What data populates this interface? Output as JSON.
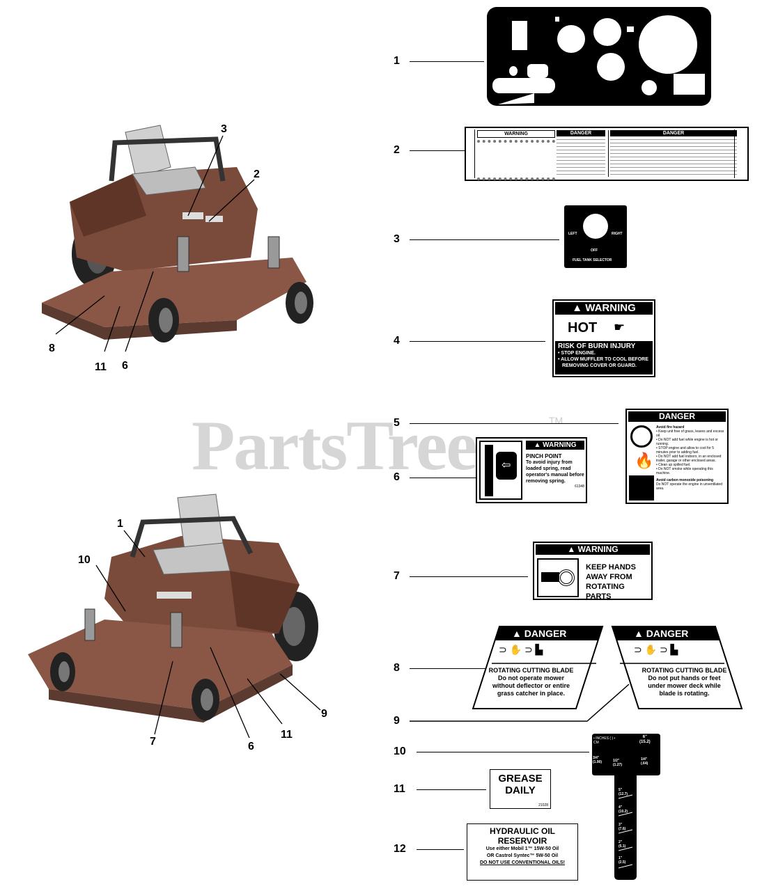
{
  "watermark": {
    "brand": "PartsTree",
    "tm": "TM"
  },
  "callouts": [
    "1",
    "2",
    "3",
    "4",
    "5",
    "6",
    "7",
    "8",
    "9",
    "10",
    "11",
    "12"
  ],
  "photo_top_labels": [
    "3",
    "2",
    "8",
    "11",
    "6"
  ],
  "photo_bottom_labels": [
    "1",
    "10",
    "7",
    "6",
    "11",
    "9"
  ],
  "decal2": {
    "warning_header": "WARNING",
    "danger_header_1": "DANGER",
    "danger_header_2": "DANGER"
  },
  "decal3": {
    "left": "LEFT",
    "right": "RIGHT",
    "off": "OFF",
    "title": "FUEL TANK SELECTOR"
  },
  "decal4": {
    "header": "WARNING",
    "hot": "HOT",
    "risk": "RISK OF BURN INJURY",
    "line1": "• STOP ENGINE.",
    "line2": "• ALLOW MUFFLER TO COOL BEFORE",
    "line3": "REMOVING COVER OR GUARD."
  },
  "decal5": {
    "header": "DANGER",
    "fire_title": "Avoid fire hazard",
    "fire_items": [
      "• Keep unit free of grass, leaves and excess oil.",
      "• Do NOT add fuel while engine is hot or running.",
      "• STOP engine and allow to cool for 5 minutes prior to adding fuel.",
      "• Do NOT add fuel indoors, in an enclosed trailer, garage or other enclosed areas.",
      "• Clean up spilled fuel.",
      "• Do NOT smoke while operating this machine."
    ],
    "co_title": "Avoid carbon monoxide poisoning",
    "co_text": "Do NOT operate the engine in unventilated area."
  },
  "decal6": {
    "header": "WARNING",
    "title": "PINCH POINT",
    "body": "To avoid injury from loaded spring, read operator's manual before removing spring.",
    "code": "61348"
  },
  "decal7": {
    "header": "WARNING",
    "line1": "KEEP HANDS",
    "line2": "AWAY FROM",
    "line3": "ROTATING PARTS"
  },
  "decal8": {
    "header": "DANGER",
    "title": "ROTATING CUTTING BLADE",
    "line1": "Do not operate mower",
    "line2": "without deflector or entire",
    "line3": "grass catcher in place."
  },
  "decal9": {
    "header": "DANGER",
    "title": "ROTATING CUTTING BLADE",
    "line1": "Do not put hands or feet",
    "line2": "under mower deck while",
    "line3": "blade is rotating."
  },
  "decal10": {
    "top_left": "• INCHES ( ) • CM",
    "top_right_1": "6\"",
    "top_right_2": "(15.2)",
    "marks": [
      [
        "3/4\"",
        "(1.90)"
      ],
      [
        "1/2\"",
        "(1.27)"
      ],
      [
        "1/4\"",
        "(.64)"
      ],
      [
        "5\"",
        "(12.7)"
      ],
      [
        "4\"",
        "(10.2)"
      ],
      [
        "3\"",
        "(7.6)"
      ],
      [
        "2\"",
        "(5.1)"
      ],
      [
        "1\"",
        "(2.5)"
      ]
    ]
  },
  "decal11": {
    "line1": "GREASE",
    "line2": "DAILY",
    "code": "21028"
  },
  "decal12": {
    "line1": "HYDRAULIC OIL",
    "line2": "RESERVOIR",
    "line3": "Use either Mobil 1™ 15W-50 Oil",
    "line4": "OR Castrol Syntec™ 5W-50 Oil",
    "line5": "DO NOT USE CONVENTIONAL OILS!"
  }
}
